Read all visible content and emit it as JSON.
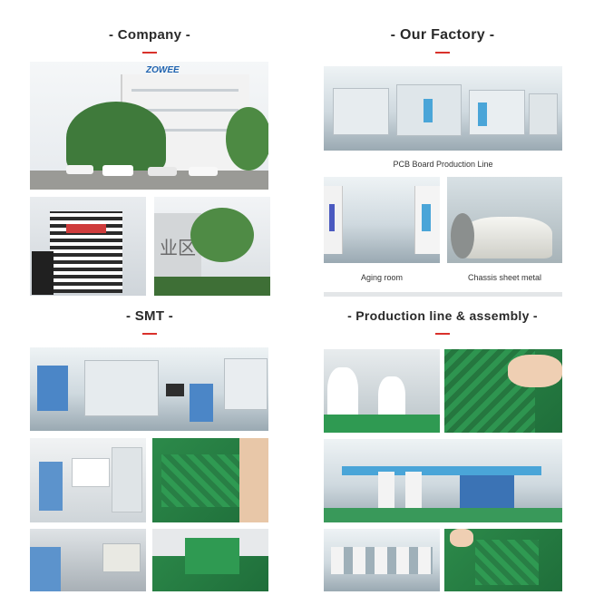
{
  "sections": {
    "company": {
      "title": "- Company -"
    },
    "factory": {
      "title": "- Our Factory -"
    },
    "smt": {
      "title": "- SMT -"
    },
    "assembly": {
      "title": "- Production line & assembly -"
    }
  },
  "captions": {
    "pcb_line": "PCB Board Production Line",
    "aging": "Aging room",
    "chassis": "Chassis sheet metal"
  },
  "signage": {
    "building_logo": "ZOWEE",
    "gate_sign": "业区"
  },
  "colors": {
    "accent": "#d9312b",
    "title_text": "#2a2a2a"
  }
}
